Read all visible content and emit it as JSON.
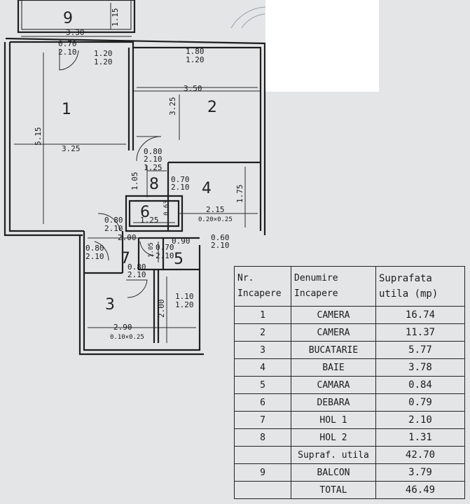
{
  "plan": {
    "room_numbers": [
      "1",
      "2",
      "3",
      "4",
      "5",
      "6",
      "7",
      "8",
      "9"
    ],
    "dimensions": {
      "balcony_height": "1.15",
      "balcony_width": "3.30",
      "door_1_entry": "0.70",
      "door_1_entry_h": "2.10",
      "window_1_w": "1.20",
      "window_1_h": "1.20",
      "window_2_w": "1.80",
      "window_2_h": "1.20",
      "room_2_width": "3.50",
      "room_2_depth": "3.25",
      "room_1_depth": "5.15",
      "room_1_width": "3.25",
      "door_8_w": "0.80",
      "door_8_h": "2.10",
      "hol2_width": "1.25",
      "hol2_depth": "1.05",
      "door_4_w": "0.70",
      "door_4_h": "2.10",
      "room_4_depth": "1.75",
      "room_4_width": "2.15",
      "room_4_wall": "0.20×0.25",
      "room_6_depth": "0.63",
      "room_6_width": "1.25",
      "door_hol1_w": "0.80",
      "door_hol1_h": "2.10",
      "hol1_width": "2.00",
      "door_5_w": "0.70",
      "door_5_h": "2.10",
      "room_5_depth": "1.05",
      "room_5_width": "0.90",
      "door_right_w": "0.60",
      "door_right_h": "2.10",
      "door_7_w": "0.80",
      "door_7_h": "2.10",
      "door_3_w": "0.80",
      "door_3_h": "2.10",
      "window_3_w": "1.10",
      "window_3_h": "1.20",
      "room_3_width": "2.90",
      "room_3_depth": "2.00",
      "room_3_wall": "0.10×0.25"
    }
  },
  "table": {
    "headers": {
      "nr_line1": "Nr.",
      "nr_line2": "Incapere",
      "name_line1": "Denumire",
      "name_line2": "Incapere",
      "area_line1": "Suprafata",
      "area_line2": "utila (mp)"
    },
    "rows": [
      {
        "nr": "1",
        "name": "CAMERA",
        "area": "16.74"
      },
      {
        "nr": "2",
        "name": "CAMERA",
        "area": "11.37"
      },
      {
        "nr": "3",
        "name": "BUCATARIE",
        "area": "5.77"
      },
      {
        "nr": "4",
        "name": "BAIE",
        "area": "3.78"
      },
      {
        "nr": "5",
        "name": "CAMARA",
        "area": "0.84"
      },
      {
        "nr": "6",
        "name": "DEBARA",
        "area": "0.79"
      },
      {
        "nr": "7",
        "name": "HOL 1",
        "area": "2.10"
      },
      {
        "nr": "8",
        "name": "HOL 2",
        "area": "1.31"
      }
    ],
    "subtotal": {
      "nr": "",
      "name": "Supraf. utila",
      "area": "42.70"
    },
    "balcony": {
      "nr": "9",
      "name": "BALCON",
      "area": "3.79"
    },
    "total": {
      "nr": "",
      "name": "TOTAL",
      "area": "46.49"
    }
  },
  "colors": {
    "paper": "#e4e5e7",
    "ink": "#1e1e1e"
  }
}
